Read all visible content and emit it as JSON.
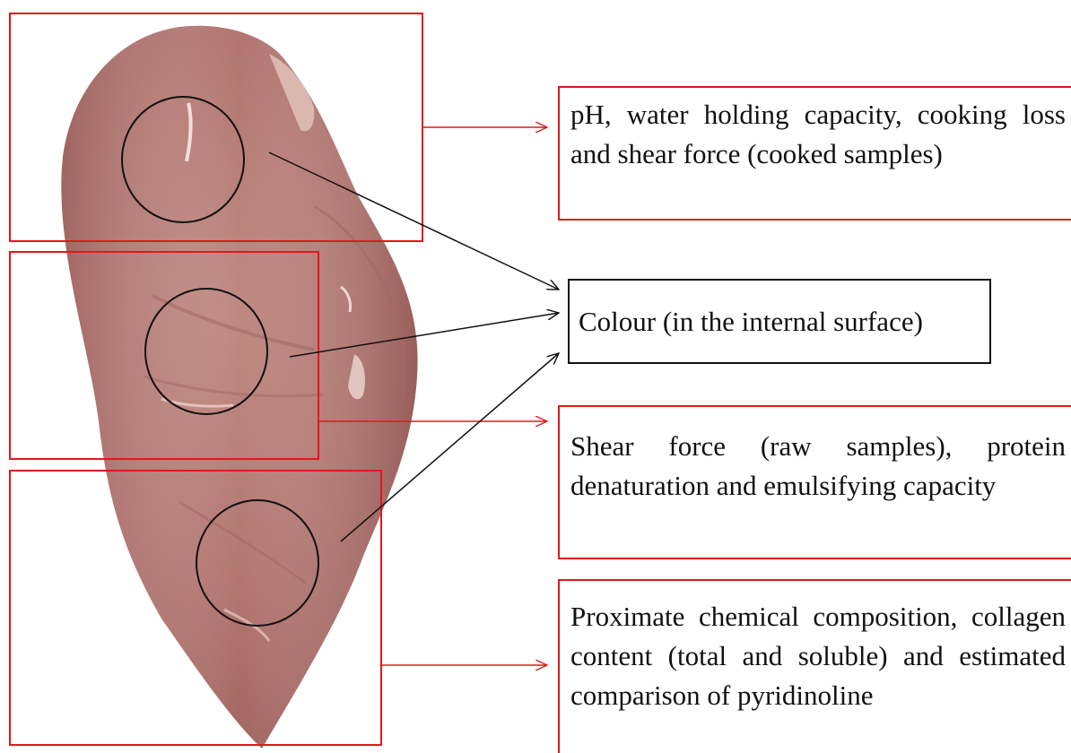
{
  "labels": {
    "top": "pH, water holding capacity, cooking loss and shear force (cooked samples)",
    "colour": "Colour (in the internal surface)",
    "middle": "Shear force (raw samples), protein denaturation and emulsifying capacity",
    "bottom": "Proximate chemical composition, collagen content (total and soluble) and estimated comparison of pyridinoline"
  },
  "colors": {
    "region_box": "#e0191c",
    "sample_circle": "#111111",
    "meat": "#b87b74"
  }
}
